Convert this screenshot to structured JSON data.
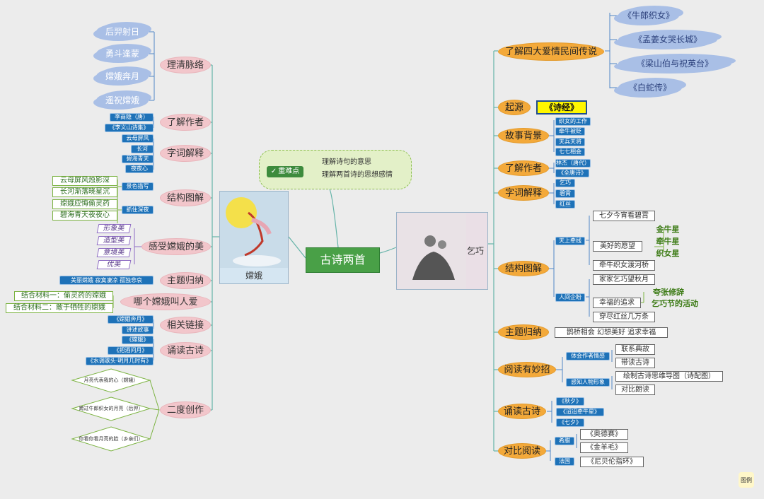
{
  "center": "古诗两首",
  "left_image_caption": "嫦娥",
  "right_image_caption": "乞巧",
  "key_points": {
    "label": "重难点",
    "items": [
      "理解诗句的意思",
      "理解两首诗的思想感情"
    ]
  },
  "left": {
    "b1": {
      "label": "理清脉络",
      "items": [
        "后羿射日",
        "勇斗逢蒙",
        "嫦娥奔月",
        "遥祝嫦娥"
      ]
    },
    "b2": {
      "label": "了解作者",
      "items": [
        "李商隐（唐）",
        "《李义山诗集》"
      ]
    },
    "b3": {
      "label": "字词解释",
      "items": [
        "云母屏风",
        "长河",
        "碧海青天",
        "夜夜心"
      ]
    },
    "b4": {
      "label": "结构图解",
      "subs": [
        "景色描写",
        "抓住深夜"
      ],
      "items": [
        "云母屏风烛影深",
        "长河渐落晓星沉",
        "嫦娥应悔偷灵药",
        "碧海青天夜夜心"
      ]
    },
    "b5": {
      "label": "感受嫦娥的美",
      "items": [
        "形象美",
        "造型美",
        "意境美",
        "优美"
      ]
    },
    "b6": {
      "label": "主题归纳",
      "items": [
        "美丽嫦娥   寂寞凄凉   孤独悲哀"
      ]
    },
    "b7": {
      "label": "哪个嫦娥叫人爱",
      "items": [
        "结合材料一：偷灵药的嫦娥",
        "结合材料二：敢于牺牲的嫦娥"
      ]
    },
    "b8": {
      "label": "相关链接",
      "items": [
        "《嫦娥奔月》",
        "讲述故事"
      ]
    },
    "b9": {
      "label": "诵读古诗",
      "items": [
        "《嫦娥》",
        "《把酒问月》",
        "《水调歌头·明月几时有》"
      ]
    },
    "b10": {
      "label": "二度创作",
      "items": [
        "月亮代表我的心（嫦娥）",
        "跨过牛郎织女的月亮（后羿）",
        "你看你看月亮的脸（乡亲们）"
      ]
    }
  },
  "right": {
    "b1": {
      "label": "了解四大爱情民间传说",
      "items": [
        "《牛郎织女》",
        "《孟姜女哭长城》",
        "《梁山伯与祝英台》",
        "《白蛇传》"
      ]
    },
    "b2": {
      "label": "起源",
      "items": [
        "《诗经》"
      ]
    },
    "b3": {
      "label": "故事背景",
      "items": [
        "织女的工作",
        "牵牛被贬",
        "天兵天将",
        "七七相会"
      ]
    },
    "b4": {
      "label": "了解作者",
      "items": [
        "林杰（唐代）",
        "《全唐诗》"
      ]
    },
    "b5": {
      "label": "字词解释",
      "items": [
        "乞巧",
        "碧霄",
        "红丝"
      ]
    },
    "b6": {
      "label": "结构图解",
      "subs": [
        "天上牵线",
        "人间企盼"
      ],
      "items": [
        "七夕今宵看碧霄",
        "美好的愿望",
        "牵牛织女渡河桥",
        "家家乞巧望秋月",
        "幸福的追求",
        "穿尽红丝几万条"
      ],
      "stars": [
        "金牛星",
        "牵牛星",
        "织女星"
      ],
      "wishes": [
        "夸张修辞",
        "乞巧节的活动"
      ]
    },
    "b7": {
      "label": "主题归纳",
      "items": [
        "鹊桥相会   幻想美好   追求幸福"
      ]
    },
    "b8": {
      "label": "阅读有妙招",
      "subs": [
        "体会作者情感",
        "感知人物形象"
      ],
      "items": [
        "联系典故",
        "带读古诗",
        "绘制古诗思维导图（诗配图）",
        "对比朗读"
      ]
    },
    "b9": {
      "label": "诵读古诗",
      "items": [
        "《秋夕》",
        "《迢迢牵牛星》",
        "《七夕》"
      ]
    },
    "b10": {
      "label": "对比阅读",
      "subs": [
        "希腊",
        "法国"
      ],
      "items": [
        "《奥德赛》",
        "《金羊毛》",
        "《尼贝伦指环》"
      ]
    }
  },
  "legend_label": "图例"
}
